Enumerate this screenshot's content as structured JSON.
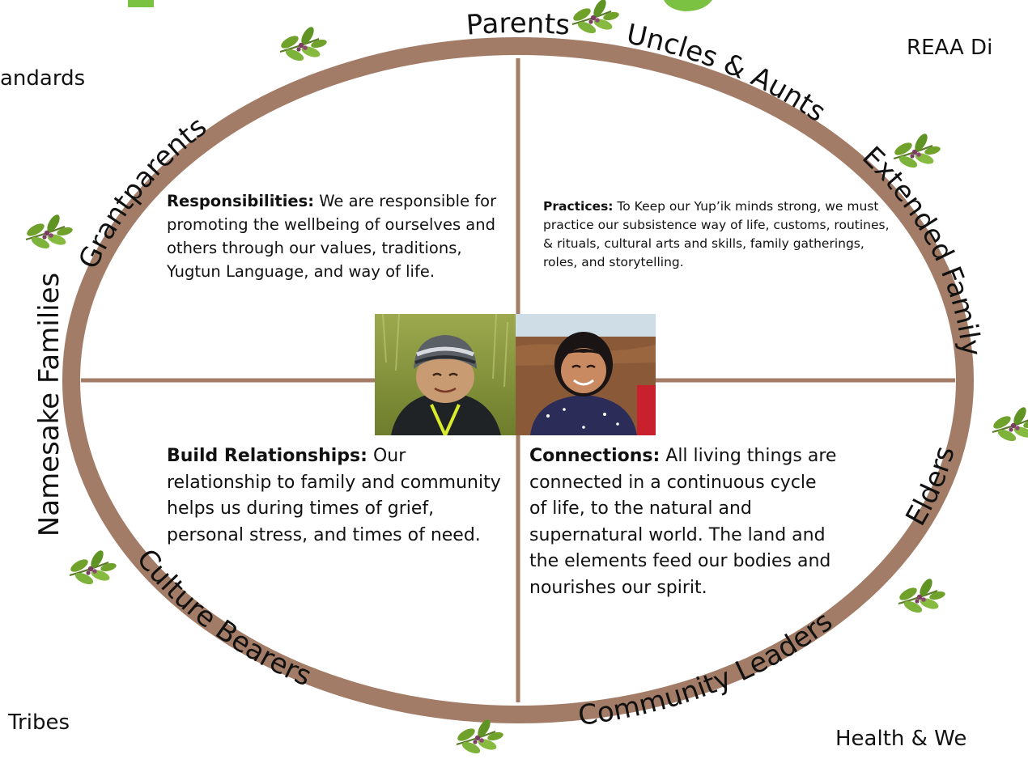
{
  "colors": {
    "ring": "#a27c66",
    "divider": "#a27c66",
    "leaf": "#6fa12b",
    "berry": "#7a3e63",
    "logo_green": "#7cc242",
    "text": "#111111"
  },
  "ring_labels": {
    "parents": "Parents",
    "uncles_aunts": "Uncles & Aunts",
    "extended_family": "Extended Family",
    "elders": "Elders",
    "community_leaders": "Community Leaders",
    "culture_bearers": "Culture Bearers",
    "namesake_families": "Namesake Families",
    "grandparents": "Grantparents"
  },
  "corner_labels": {
    "top_left": "andards",
    "top_right": "REAA Di",
    "bottom_left": "Tribes",
    "bottom_right": "Health & We"
  },
  "quadrants": {
    "responsibilities": {
      "heading": "Responsibilities:",
      "body": " We are responsible for promoting the wellbeing of ourselves and others through our values, traditions, Yugtun Language, and way of life."
    },
    "practices": {
      "heading": "Practices:",
      "body": " To Keep our Yup’ik minds strong, we must practice our subsistence way of life, customs, routines, & rituals, cultural arts and skills, family gatherings, roles, and storytelling."
    },
    "build_relationships": {
      "heading": "Build Relationships:",
      "body": " Our relationship to family and community helps us during times of grief, personal stress, and times of need."
    },
    "connections": {
      "heading": "Connections:",
      "body": " All living things are connected in a continuous cycle of life, to the natural and supernatural world. The land and the elements feed our bodies and nourishes our spirit."
    }
  },
  "photos": {
    "left": "child-in-striped-beanie-photo",
    "right": "smiling-child-tundra-photo"
  },
  "decorations": {
    "leaf_icon": "berry-sprig-icon"
  }
}
